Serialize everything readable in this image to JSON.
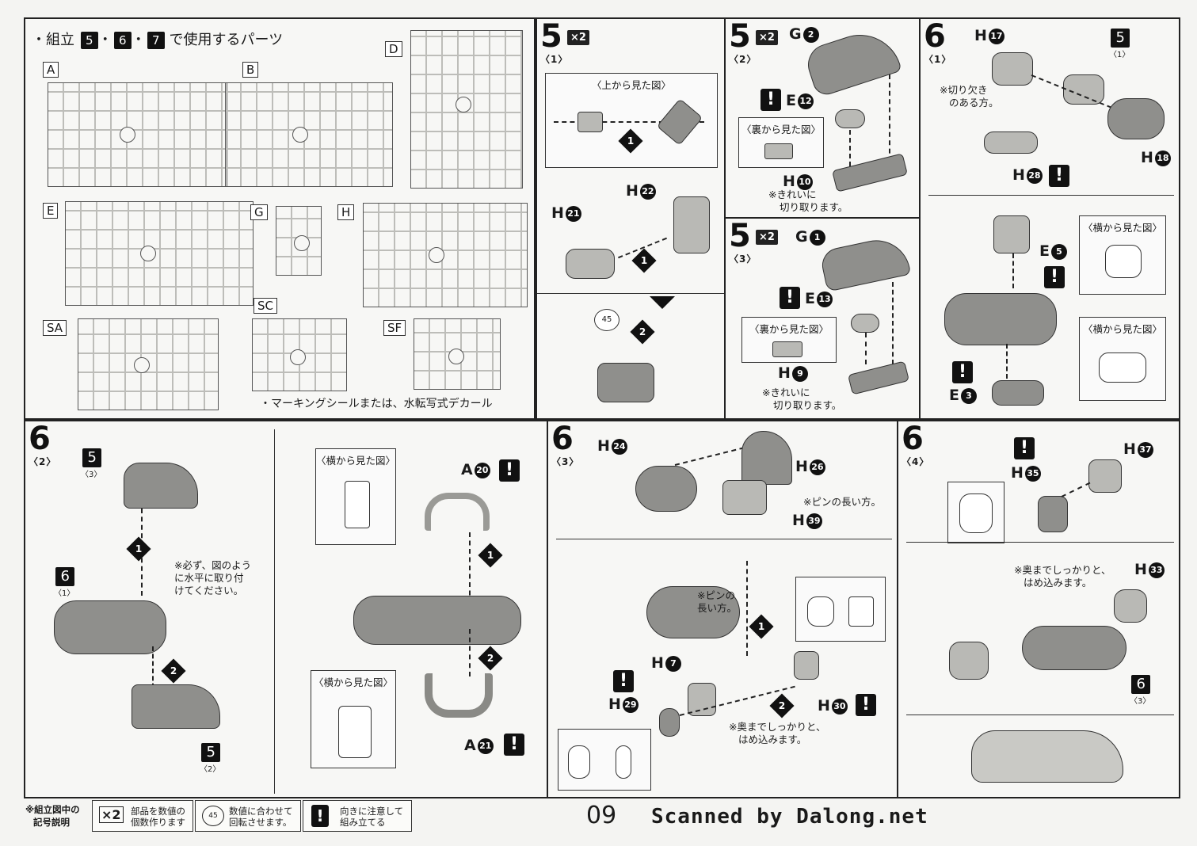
{
  "parts_panel": {
    "title": "・組立",
    "title_steps": [
      "5",
      "6",
      "7"
    ],
    "title_suffix": "で使用するパーツ",
    "runners": [
      "A",
      "B",
      "D",
      "E",
      "G",
      "H",
      "SA",
      "SC",
      "SF"
    ],
    "decal_note": "・マーキングシールまたは、水転写式デカール"
  },
  "step5_1": {
    "step": "5",
    "sub": "〈1〉",
    "times": "×2",
    "view_top": "〈上から見た図〉",
    "h21": "H",
    "h21_num": "21",
    "h22": "H",
    "h22_num": "22",
    "n1": "1",
    "n2": "2",
    "angle": "45"
  },
  "step5_2": {
    "step": "5",
    "sub": "〈2〉",
    "times": "×2",
    "g": "G",
    "g_num": "2",
    "e": "E",
    "e_num": "12",
    "view_back": "〈裏から見た図〉",
    "h": "H",
    "h_num": "10",
    "note": "※きれいに",
    "note2": "切り取ります。",
    "bang": "!"
  },
  "step5_3": {
    "step": "5",
    "sub": "〈3〉",
    "times": "×2",
    "g": "G",
    "g_num": "1",
    "e": "E",
    "e_num": "13",
    "view_back": "〈裏から見た図〉",
    "h": "H",
    "h_num": "9",
    "note": "※きれいに",
    "note2": "切り取ります。",
    "bang": "!"
  },
  "step6_1": {
    "step": "6",
    "sub": "〈1〉",
    "h17": "H",
    "h17_num": "17",
    "ref_step": "5",
    "ref_sub": "〈1〉",
    "note": "※切り欠き",
    "note2": "のある方。",
    "h18": "H",
    "h18_num": "18",
    "h28": "H",
    "h28_num": "28",
    "e5": "E",
    "e5_num": "5",
    "e3": "E",
    "e3_num": "3",
    "view_side": "〈横から見た図〉",
    "view_side2": "〈横から見た図〉",
    "bang": "!"
  },
  "step6_2": {
    "step": "6",
    "sub": "〈2〉",
    "ref_top_step": "5",
    "ref_top_sub": "〈3〉",
    "ref_mid_step": "6",
    "ref_mid_sub": "〈1〉",
    "ref_bot_step": "5",
    "ref_bot_sub": "〈2〉",
    "note1": "※必ず、図のよう",
    "note2": "に水平に取り付",
    "note3": "けてください。",
    "view_side": "〈横から見た図〉",
    "view_side2": "〈横から見た図〉",
    "a20": "A",
    "a20_num": "20",
    "a21": "A",
    "a21_num": "21",
    "n1": "1",
    "n2": "2",
    "bang": "!"
  },
  "step6_3": {
    "step": "6",
    "sub": "〈3〉",
    "h24": "H",
    "h24_num": "24",
    "h26": "H",
    "h26_num": "26",
    "pin_long": "※ピンの長い方。",
    "h39": "H",
    "h39_num": "39",
    "pin_long2a": "※ピンの",
    "pin_long2b": "長い方。",
    "h7": "H",
    "h7_num": "7",
    "h29": "H",
    "h29_num": "29",
    "h30": "H",
    "h30_num": "30",
    "push_note": "※奥までしっかりと、",
    "push_note2": "はめ込みます。",
    "n1": "1",
    "n2": "2",
    "bang": "!"
  },
  "step6_4": {
    "step": "6",
    "sub": "〈4〉",
    "h37": "H",
    "h37_num": "37",
    "h35": "H",
    "h35_num": "35",
    "h33": "H",
    "h33_num": "33",
    "push_note": "※奥までしっかりと、",
    "push_note2": "はめ込みます。",
    "ref_step": "6",
    "ref_sub": "〈3〉",
    "bang": "!"
  },
  "legend": {
    "heading1": "※組立図中の",
    "heading2": "記号説明",
    "x2_icon": "×2",
    "x2_text1": "部品を数値の",
    "x2_text2": "個数作ります",
    "rot_icon": "45",
    "rot_text1": "数値に合わせて",
    "rot_text2": "回転させます。",
    "bang_icon": "!",
    "bang_text1": "向きに注意して",
    "bang_text2": "組み立てる"
  },
  "footer": {
    "page": "09",
    "credit": "Scanned by Dalong.net"
  }
}
